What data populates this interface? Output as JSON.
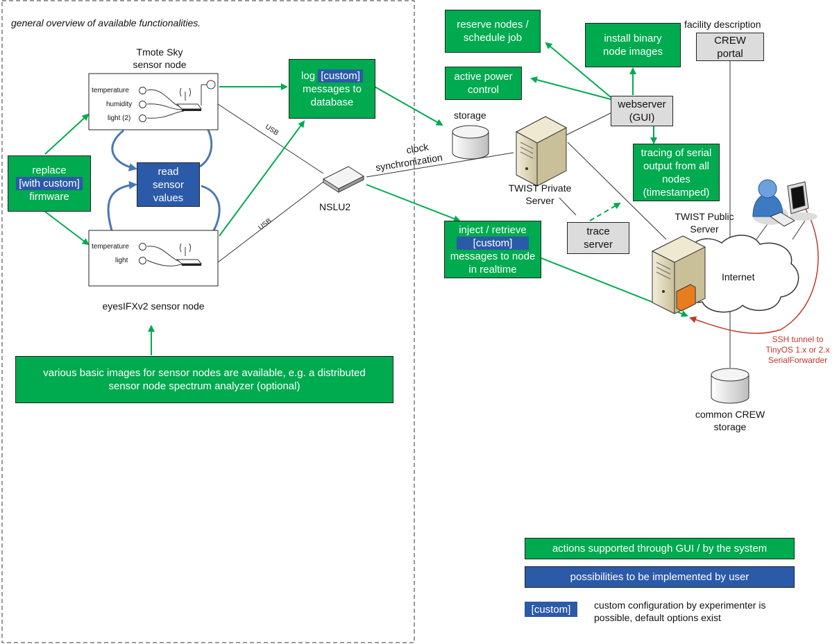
{
  "intro": "general overview of available functionalities.",
  "tmote": {
    "title_line1": "Tmote Sky",
    "title_line2": "sensor node",
    "sensors": [
      "temperature",
      "humidity",
      "light (2)"
    ]
  },
  "eyes": {
    "title": "eyesIFXv2 sensor node",
    "sensors": [
      "temperature",
      "light"
    ]
  },
  "replace": {
    "line1": "replace",
    "chip": "[with custom]",
    "line3": "firmware"
  },
  "read_sensor": {
    "line1": "read",
    "line2": "sensor",
    "line3": "values"
  },
  "log": {
    "prefix": "log",
    "chip": "[custom]",
    "line2": "messages to",
    "line3": "database"
  },
  "usb_top": "USB",
  "usb_bottom": "USB",
  "nslu": "NSLU2",
  "images_box": {
    "line1": "various basic images for sensor nodes are available, e.g. a distributed",
    "line2": "sensor node spectrum analyzer (optional)"
  },
  "reserve": {
    "line1": "reserve nodes /",
    "line2": "schedule job"
  },
  "install": {
    "line1": "install binary",
    "line2": "node images"
  },
  "facility": "facility description",
  "crew_portal": {
    "line1": "CREW",
    "line2": "portal"
  },
  "power": {
    "line1": "active power",
    "line2": "control"
  },
  "webserver": {
    "line1": "webserver",
    "line2": "(GUI)"
  },
  "storage": "storage",
  "clock": {
    "line1": "clock",
    "line2": "synchronization"
  },
  "tracing": {
    "line1": "tracing of serial",
    "line2": "output from all",
    "line3": "nodes",
    "line4": "(timestamped)"
  },
  "private_server": {
    "line1": "TWIST Private",
    "line2": "Server"
  },
  "public_server": {
    "line1": "TWIST Public",
    "line2": "Server"
  },
  "trace_server": {
    "line1": "trace",
    "line2": "server"
  },
  "inject": {
    "line1": "inject / retrieve",
    "chip": "[custom]",
    "line3": "messages to node",
    "line4": "in realtime"
  },
  "internet": "Internet",
  "ssh": {
    "line1": "SSH tunnel to",
    "line2": "TinyOS 1.x or 2.x",
    "line3": "SerialForwarder"
  },
  "common_storage": {
    "line1": "common CREW",
    "line2": "storage"
  },
  "legend": {
    "green": "actions supported through GUI / by the system",
    "blue": "possibilities to be implemented by user",
    "chip": "[custom]",
    "custom_line1": "custom configuration by experimenter is",
    "custom_line2": "possible, default options exist"
  },
  "colors": {
    "green": "#00aa4f",
    "blue": "#2b5aa8",
    "grey": "#dcdcdc",
    "arrow_green": "#00aa4f",
    "arrow_blue": "#4a78b5",
    "ssh_red": "#c0392b"
  }
}
